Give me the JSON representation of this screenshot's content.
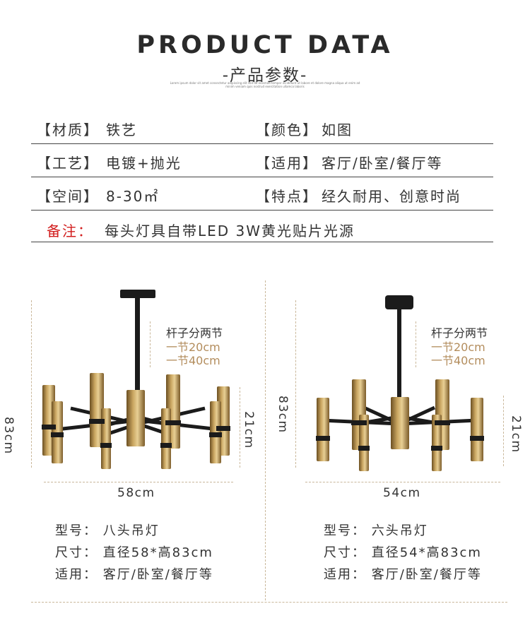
{
  "header": {
    "title": "PRODUCT DATA",
    "subtitle": "-产品参数-",
    "fine_print": "Lorem ipsum dolor sit amet consectetur adipiscing elit sed do eiusmod tempor incididunt ut labore et dolore magna aliqua ut enim ad minim veniam quis nostrud exercitation ullamco laboris"
  },
  "specs": {
    "material": {
      "label": "【材质】",
      "value": "铁艺"
    },
    "color": {
      "label": "【颜色】",
      "value": "如图"
    },
    "craft": {
      "label": "【工艺】",
      "value": "电镀+抛光"
    },
    "usage": {
      "label": "【适用】",
      "value": "客厅/卧室/餐厅等"
    },
    "space": {
      "label": "【空间】",
      "value": "8-30㎡"
    },
    "feature": {
      "label": "【特点】",
      "value": "经久耐用、创意时尚"
    },
    "note": {
      "label": "备注：",
      "value": "每头灯具自带LED 3W黄光贴片光源"
    }
  },
  "products": [
    {
      "rod_note": "杆子分两节",
      "rod_a": "一节20cm",
      "rod_b": "一节40cm",
      "height": "83cm",
      "body_height": "21cm",
      "width": "58cm",
      "model": "型号：  八头吊灯",
      "size": "尺寸：  直径58*高83cm",
      "room": "适用：  客厅/卧室/餐厅等"
    },
    {
      "rod_note": "杆子分两节",
      "rod_a": "一节20cm",
      "rod_b": "一节40cm",
      "height": "83cm",
      "body_height": "21cm",
      "width": "54cm",
      "model": "型号：  六头吊灯",
      "size": "尺寸：  直径54*高83cm",
      "room": "适用：  客厅/卧室/餐厅等"
    }
  ]
}
